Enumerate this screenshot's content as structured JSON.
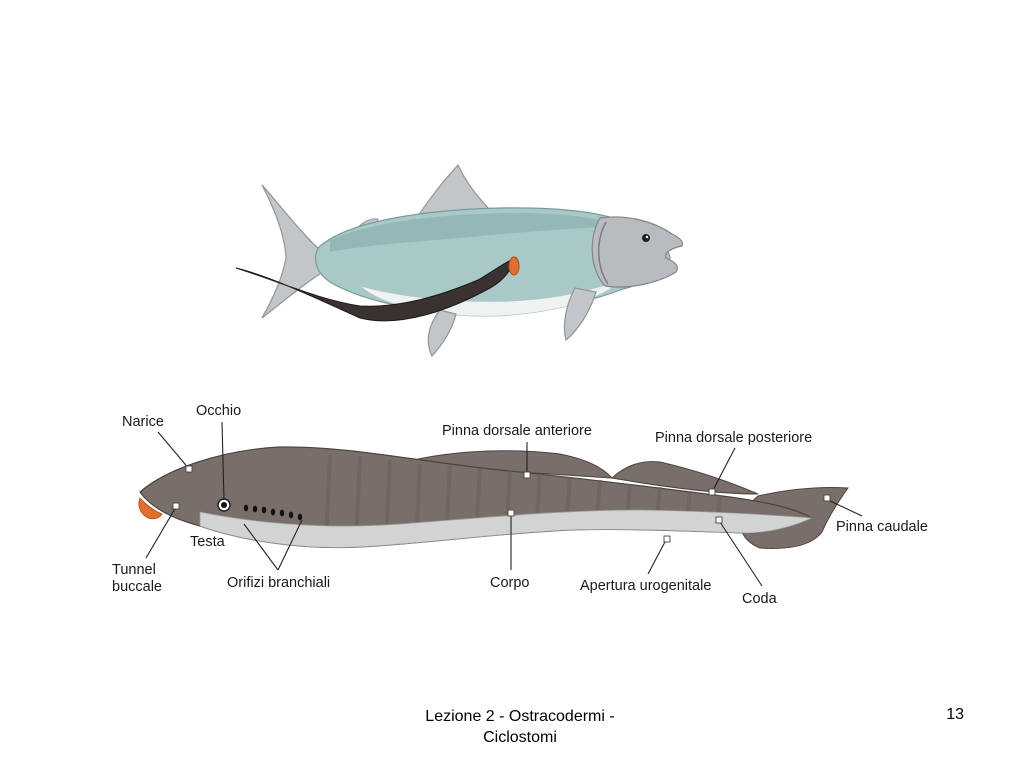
{
  "colors": {
    "fish_body": "#a9c9c9",
    "fish_back": "#8fb3b3",
    "fish_fin": "#c2c6c8",
    "lamprey_body": "#7a6e6a",
    "lamprey_belly": "#d2d4d4",
    "lamprey_stripe": "#6a5f5b",
    "attached_lamprey": "#3a3230",
    "mouth_orange": "#e07030",
    "leader": "#222222"
  },
  "labels": {
    "narice": "Narice",
    "occhio": "Occhio",
    "pinna_dorsale_anteriore": "Pinna dorsale anteriore",
    "pinna_dorsale_posteriore": "Pinna dorsale posteriore",
    "pinna_caudale": "Pinna caudale",
    "tunnel_line1": "Tunnel",
    "tunnel_line2": "buccale",
    "testa": "Testa",
    "orifizi_branchiali": "Orifizi branchiali",
    "corpo": "Corpo",
    "apertura_urogenitale": "Apertura urogenitale",
    "coda": "Coda"
  },
  "footer": {
    "line1": "Lezione 2 - Ostracodermi -",
    "line2": "Ciclostomi",
    "page_number": "13"
  }
}
